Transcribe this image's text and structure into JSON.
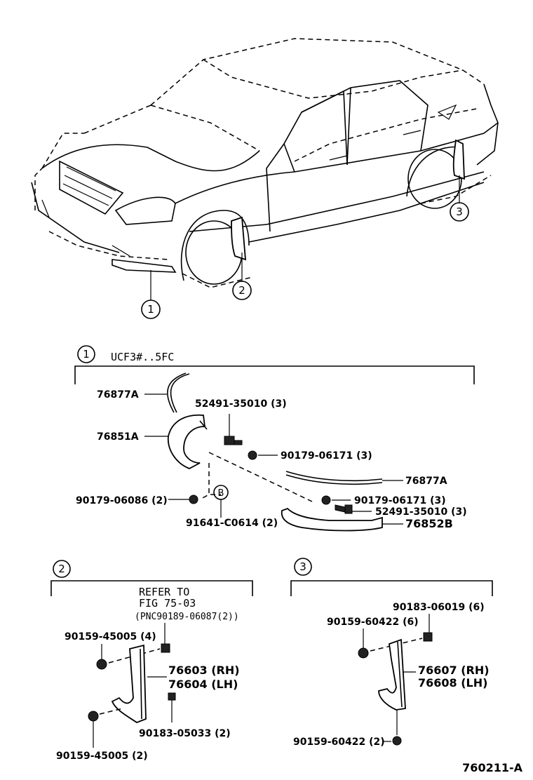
{
  "sections": {
    "s1": {
      "number": "1",
      "model": "UCF3#..5FC"
    },
    "s2": {
      "number": "2"
    },
    "s3": {
      "number": "3"
    }
  },
  "callouts": {
    "c1": "1",
    "c2": "2",
    "c3": "3",
    "b": "B"
  },
  "parts1": {
    "p76877A_top": "76877A",
    "p76851A": "76851A",
    "p52491_top": "52491-35010 (3)",
    "p90179_top": "90179-06171 (3)",
    "p76877A_mid": "76877A",
    "p90179_06086": "90179-06086 (2)",
    "p90179_mid": "90179-06171 (3)",
    "p52491_mid": "52491-35010 (3)",
    "p91641": "91641-C0614 (2)",
    "p76852B": "76852B"
  },
  "parts2": {
    "refer1": "REFER TO",
    "refer2": "FIG  75-03",
    "refer3": "(PNC90189-06087(2))",
    "p90159_top": "90159-45005 (4)",
    "p76603": "76603 (RH)",
    "p76604": "76604 (LH)",
    "p90183": "90183-05033 (2)",
    "p90159_bot": "90159-45005 (2)"
  },
  "parts3": {
    "p90183": "90183-06019 (6)",
    "p90159_top": "90159-60422 (6)",
    "p76607": "76607 (RH)",
    "p76608": "76608 (LH)",
    "p90159_bot": "90159-60422 (2)"
  },
  "footer": {
    "code": "760211-A"
  }
}
